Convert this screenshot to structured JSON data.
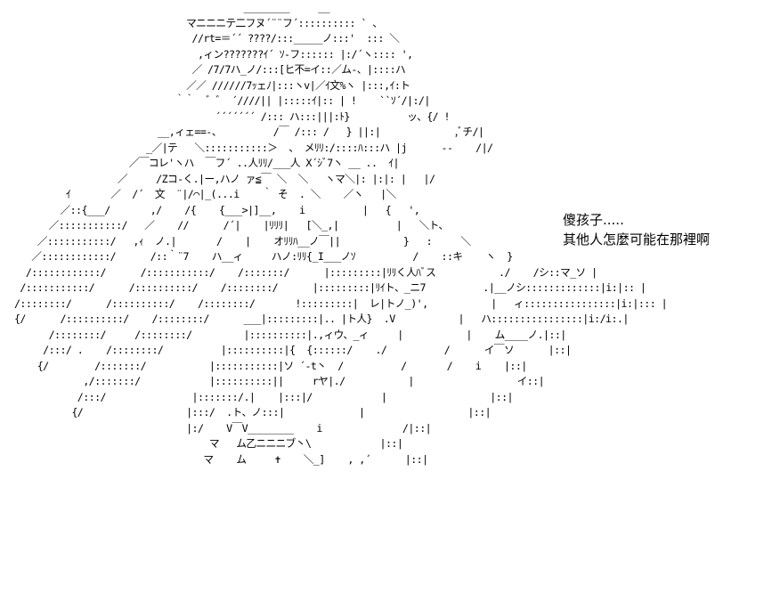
{
  "art_lines": [
    "                                        ________     __",
    "                              マニニニテ二フヌ´¨¨フ´:::::::::: ` 、",
    "                               //rt=＝´´ ????/:::_____ノ:::'  ::: ＼",
    "                                ,ィン???????ｲ´ ｿ‐フ:::::: |:/´ヽ:::: ',",
    "                               ／ /7/7ハ_ノ/:::[ヒ不=イ::／ム‐、|::::ハ",
    "                              ／／ //////7ｯェﾉ|:::ヽv|／ｲ文%ヽ |:::,ｲ:ト",
    "                            ｀｀  ゛゛ ´////|| |:::::ｲ|:: | !    ``ｿ´/|:/|",
    "                                   ´´´´´´´ /::: ハ:::|||:ﾄ}          ッ、{/ !",
    "                         __,ィェ==‐、         /￣ /::: /   } ||:|             ,ﾞチ/|",
    "                       _／|テ   ＼:::::::::::＞  、 メﾘﾘ:/::::ﾊ:::ハ |j      ‐‐    /|/",
    "                    ／￣コレ'ヽハ  ￣フ´ ..人ﾘﾘ/___人 X´ｼﾞ7ヽ __ ..  ｲ|",
    "                  ／     /Zコ‐く.|ー,ハノ ァ≦￣ ＼  ＼   ヽマ＼|: |:|: |   |/",
    "         ｲ       ／  /´  文  ¨|/⌒|_(...i    ｀ そ  . ＼    ／ヽ   |＼",
    "        ／::{___/       ,/    /{    {___>|]__,    i          |   {   ',",
    "      ／:::::::::::/   ／    //      /´|    |ﾘﾘﾘ|   [＼_,|          |   ＼ト、",
    "    ／:::::::::::/   ,ｨ  ノ.|       /    |    オﾘﾘﾊ__ノ￣||           }   :     ＼",
    "   ／::::::::::::/      /::｀¨7    ハ__ィ     ハノ:ﾘﾘ{_I___ノｿ          /    ::キ    ヽ  }",
    "  /::::::::::::/      /:::::::::::/    /:::::::/      |:::::::::|ﾘﾘく人ﾊﾞス           ./    /シ::マ_ソ |",
    " /:::::::::::/      /::::::::::/    /::::::::/      |:::::::::|ﾘｲト、_ニ7          .|__ノシ:::::::::::::|i:|:: |",
    "/::::::::/      /::::::::::/    /::::::::/       !:::::::::|  レ|トノ_)',           |   ィ::::::::::::::::|i:|::: |",
    "{/      /::::::::::/    /::::::::/      ___|:::::::::|.. |ト人}  .V           |   ハ::::::::::::::::|i:/i:.|",
    "      /::::::::/     /::::::::/         |::::::::::|.,ィウ、_ィ     |           |    ム____ノ.|::|",
    "     /:::/ .    /::::::::/          |::::::::::|{  {::::::/    ./          /      イ￣ソ      |::|",
    "    {/        /:::::::/           |:::::::::::|ソ ´‐t丶  /          /       /    i    |::|",
    "            ,/:::::::/            |::::::::::||     rヤ|./           |                  イ::|",
    "           /:::/               |:::::::/.|    |:::|/            |                  |::|",
    "          {/                  |:::/  .ト、ノ:::|             |                  |::|",
    "                              |:/    V￣V________    i              /|::|",
    "                                  マ   ム乙ニニニブ丶\\            |::|",
    "                                 マ    ム     ✝    ＼_]    , ,´      |::|"
  ],
  "caption": {
    "line1": "傻孩子.....",
    "line2": "其他人怎麼可能在那裡啊"
  }
}
